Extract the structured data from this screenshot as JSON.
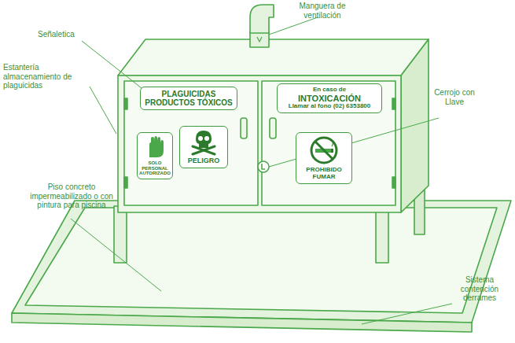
{
  "diagram": {
    "nodes": [
      {
        "text": [
          "PLAGUICIDAS PRODUCTOS TÓXICOS"
        ]
      },
      {
        "text": [
          "SOLO PERSONAL AUTORIZADO"
        ]
      },
      {
        "text": [
          "PELIGRO"
        ]
      },
      {
        "text": [
          "En caso de",
          "INTOXICACIÓN",
          "Llamar al fono (02) 6353800"
        ]
      },
      {
        "text": [
          "PROHIBIDO FUMAR"
        ]
      }
    ],
    "labels": [
      "Manguera de ventilación",
      "Señaletica",
      "Estantería almacenamiento de plaguicidas",
      "Cerrojo con Llave",
      "Piso concreto impermeabilizado o con pintura para piscina",
      "Sistema contención derrames"
    ]
  }
}
